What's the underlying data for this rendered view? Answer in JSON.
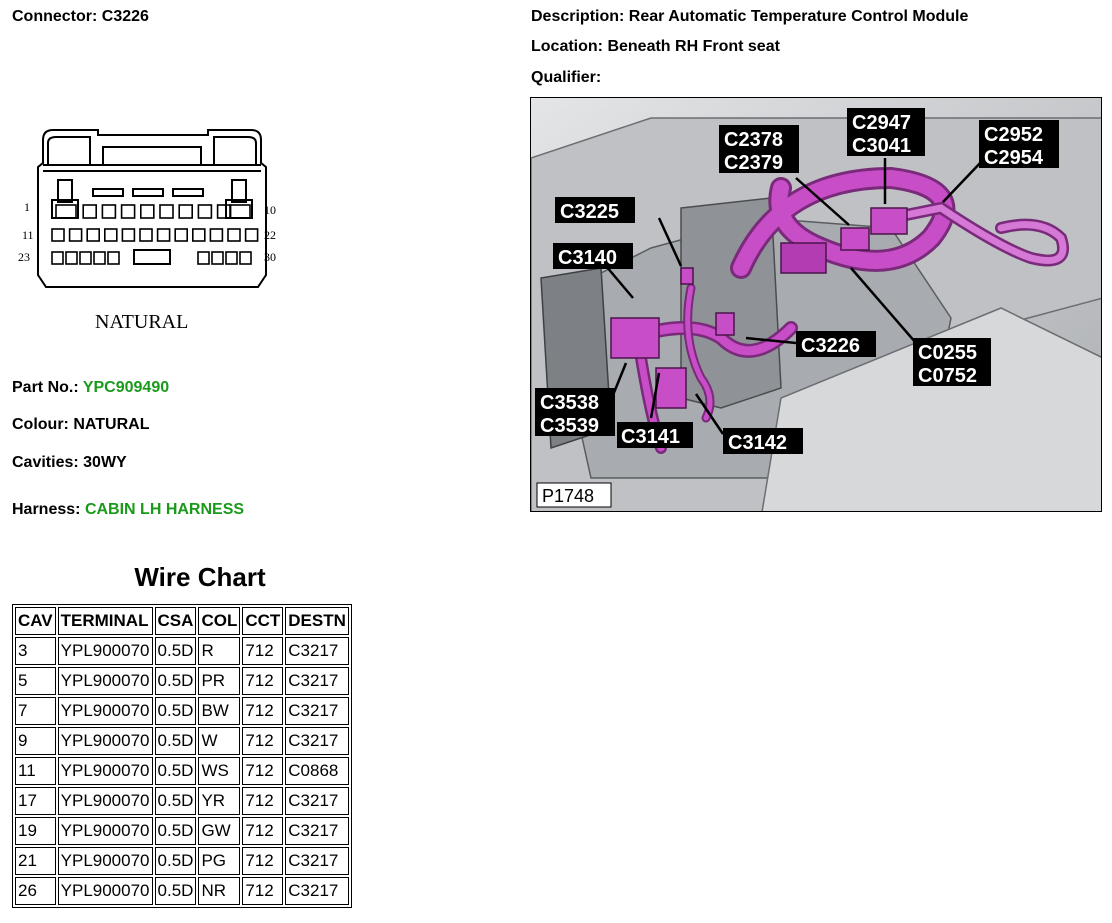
{
  "header": {
    "connector_label": "Connector:",
    "connector_value": "C3226",
    "description_label": "Description:",
    "description_value": "Rear Automatic Temperature Control Module",
    "location_label": "Location:",
    "location_value": "Beneath RH Front seat",
    "qualifier_label": "Qualifier:",
    "qualifier_value": ""
  },
  "connector_drawing": {
    "pin_labels": [
      "1",
      "10",
      "11",
      "22",
      "23",
      "30"
    ],
    "colour_caption": "NATURAL"
  },
  "details": {
    "part_label": "Part No.:",
    "part_value": "YPC909490",
    "colour_label": "Colour:",
    "colour_value": "NATURAL",
    "cavities_label": "Cavities:",
    "cavities_value": "30WY",
    "harness_label": "Harness:",
    "harness_value": "CABIN LH HARNESS",
    "link_color": "#1a9a1a"
  },
  "location_figure": {
    "callouts": [
      "C2378",
      "C2379",
      "C2947",
      "C3041",
      "C2952",
      "C2954",
      "C3225",
      "C3140",
      "C3226",
      "C0255",
      "C0752",
      "C3538",
      "C3539",
      "C3141",
      "C3142"
    ],
    "figure_id": "P1748",
    "harness_color": "#c84ec8"
  },
  "wire_chart": {
    "title": "Wire Chart",
    "columns": [
      "CAV",
      "TERMINAL",
      "CSA",
      "COL",
      "CCT",
      "DESTN"
    ],
    "rows": [
      [
        "3",
        "YPL900070",
        "0.5D",
        "R",
        "712",
        "C3217"
      ],
      [
        "5",
        "YPL900070",
        "0.5D",
        "PR",
        "712",
        "C3217"
      ],
      [
        "7",
        "YPL900070",
        "0.5D",
        "BW",
        "712",
        "C3217"
      ],
      [
        "9",
        "YPL900070",
        "0.5D",
        "W",
        "712",
        "C3217"
      ],
      [
        "11",
        "YPL900070",
        "0.5D",
        "WS",
        "712",
        "C0868"
      ],
      [
        "17",
        "YPL900070",
        "0.5D",
        "YR",
        "712",
        "C3217"
      ],
      [
        "19",
        "YPL900070",
        "0.5D",
        "GW",
        "712",
        "C3217"
      ],
      [
        "21",
        "YPL900070",
        "0.5D",
        "PG",
        "712",
        "C3217"
      ],
      [
        "26",
        "YPL900070",
        "0.5D",
        "NR",
        "712",
        "C3217"
      ]
    ]
  }
}
